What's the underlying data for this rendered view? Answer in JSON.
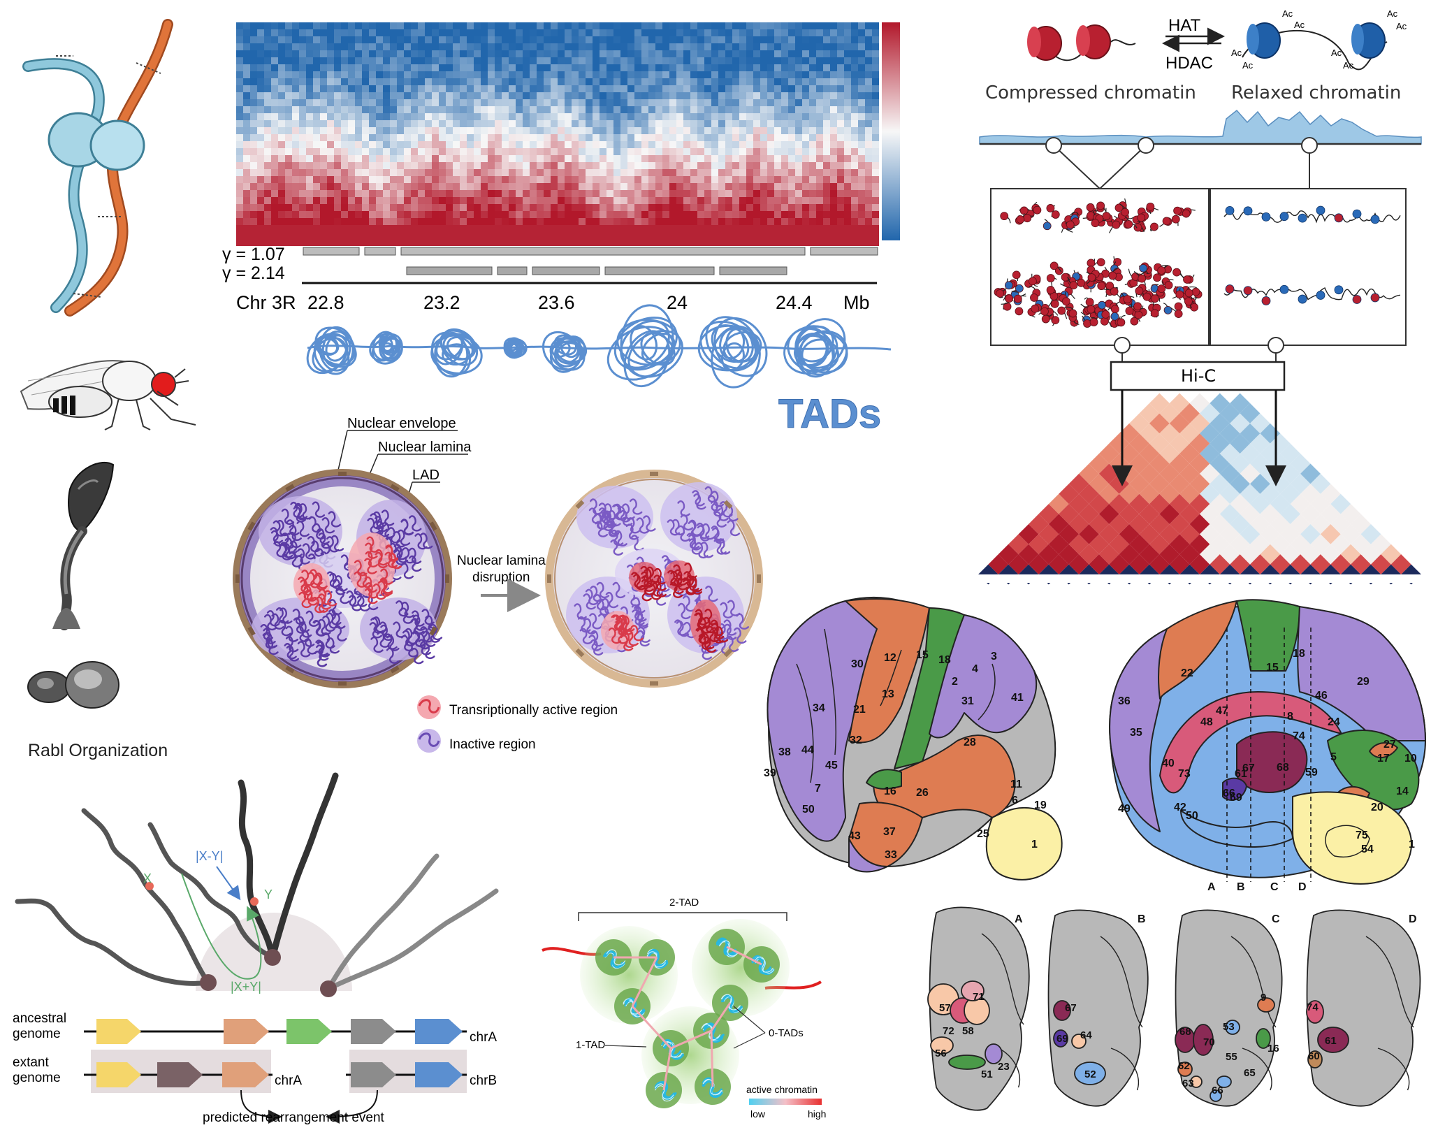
{
  "colors": {
    "hic_red": "#b2182b",
    "hic_blue": "#2166ac",
    "tad_blue": "#5b8fd0",
    "lamina_brown": "#a0826a",
    "inactive_purple": "#8a6cc4",
    "active_red": "#d93a4a",
    "brain_orange": "#de7c52",
    "brain_green": "#4a9a48",
    "brain_purple": "#a48ad4",
    "brain_blue": "#7fb0e8",
    "brain_gray": "#b8b8b8",
    "brain_yellow": "#fbf0a6",
    "brain_pink": "#d85a7a",
    "brain_maroon": "#8a2a55"
  },
  "rabl": {
    "caption": "Rabl Organization",
    "icons": [
      "chromosome-pair-icon",
      "fruit-fly-icon",
      "plant-sprout-icon",
      "budding-yeast-icon"
    ]
  },
  "tad_panel": {
    "gamma1": "γ = 1.07",
    "gamma2": "γ = 2.14",
    "axis_label": "Chr 3R",
    "ticks": [
      "22.8",
      "23.2",
      "23.6",
      "24",
      "24.4"
    ],
    "unit": "Mb",
    "title": "TADs"
  },
  "acetylation": {
    "hat": "HAT",
    "hdac": "HDAC",
    "ac": "Ac",
    "compressed": "Compressed chromatin",
    "relaxed": "Relaxed chromatin",
    "hic": "Hi-C"
  },
  "nucleus": {
    "envelope": "Nuclear envelope",
    "lamina": "Nuclear lamina",
    "lad": "LAD",
    "disruption": "Nuclear lamina disruption",
    "active": "Transriptionally active region",
    "inactive": "Inactive region"
  },
  "rearrangement": {
    "x": "X",
    "y": "Y",
    "xminusy": "|X-Y|",
    "xplusy": "|X+Y|",
    "ancestral": "ancestral genome",
    "extant": "extant genome",
    "chrA": "chrA",
    "chrA2": "chrA",
    "chrB": "chrB",
    "event": "predicted rearrangement event"
  },
  "tad_cluster": {
    "two_tad": "2-TAD",
    "one_tad": "1-TAD",
    "zero_tads": "0-TADs",
    "legend_title": "active chromatin",
    "low": "low",
    "high": "high"
  },
  "brain": {
    "lateral_regions": [
      "1",
      "2",
      "3",
      "4",
      "6",
      "7",
      "11",
      "12",
      "13",
      "15",
      "16",
      "18",
      "19",
      "21",
      "25",
      "26",
      "28",
      "30",
      "31",
      "32",
      "33",
      "34",
      "37",
      "38",
      "39",
      "41",
      "43",
      "44",
      "45",
      "50"
    ],
    "medial_regions": [
      "1",
      "5",
      "8",
      "10",
      "14",
      "15",
      "17",
      "18",
      "20",
      "22",
      "24",
      "27",
      "29",
      "35",
      "36",
      "40",
      "42",
      "46",
      "47",
      "48",
      "49",
      "50",
      "54",
      "59",
      "61",
      "66",
      "67",
      "68",
      "69",
      "73",
      "74",
      "75"
    ],
    "section_letters": [
      "A",
      "B",
      "C",
      "D"
    ],
    "slice_a": [
      "57",
      "71",
      "72",
      "58",
      "56",
      "51",
      "23"
    ],
    "slice_b": [
      "67",
      "69",
      "64",
      "52"
    ],
    "slice_c": [
      "9",
      "53",
      "68",
      "70",
      "16",
      "62",
      "63",
      "55",
      "65",
      "66"
    ],
    "slice_d": [
      "74",
      "61",
      "60"
    ]
  }
}
